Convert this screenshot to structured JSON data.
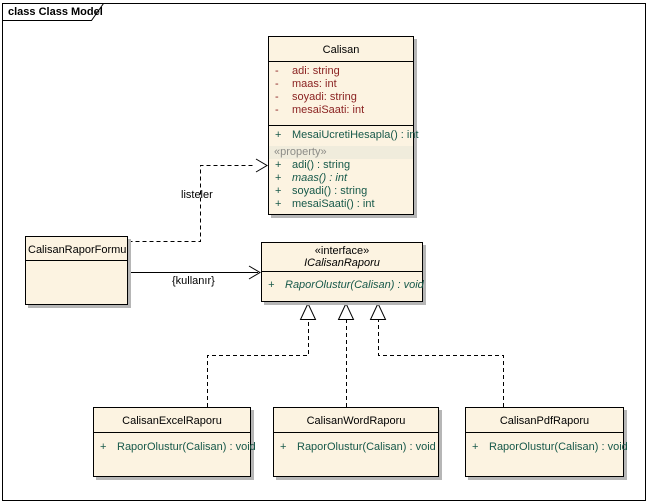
{
  "frame": {
    "label": "class Class Model"
  },
  "colors": {
    "box_fill": "#FCF3E1",
    "property_band_bg": "#F0ECDC",
    "attribute_text": "#8B2322",
    "operation_text": "#17594A",
    "stereotype_gray": "#8D8D88",
    "shadow": "#B6B6B6",
    "line": "#000000"
  },
  "classes": {
    "calisan": {
      "name": "Calisan",
      "attributes": [
        {
          "vis": "-",
          "text": "adi:  string"
        },
        {
          "vis": "-",
          "text": "maas:  int"
        },
        {
          "vis": "-",
          "text": "soyadi:  string"
        },
        {
          "vis": "-",
          "text": "mesaiSaati:  int"
        }
      ],
      "operations": [
        {
          "vis": "+",
          "text": "MesaiUcretiHesapla() : int"
        }
      ],
      "property_stereotype": "«property»",
      "properties": [
        {
          "vis": "+",
          "text": "adi() : string"
        },
        {
          "vis": "+",
          "text": "maas() : int"
        },
        {
          "vis": "+",
          "text": "soyadi() : string"
        },
        {
          "vis": "+",
          "text": "mesaiSaati() : int"
        }
      ]
    },
    "rapor_formu": {
      "name": "CalisanRaporFormu"
    },
    "interface": {
      "stereotype": "«interface»",
      "name": "ICalisanRaporu",
      "operations": [
        {
          "vis": "+",
          "text": "RaporOlustur(Calisan) : void"
        }
      ]
    },
    "excel": {
      "name": "CalisanExcelRaporu",
      "operations": [
        {
          "vis": "+",
          "text": "RaporOlustur(Calisan) : void"
        }
      ]
    },
    "word": {
      "name": "CalisanWordRaporu",
      "operations": [
        {
          "vis": "+",
          "text": "RaporOlustur(Calisan) : void"
        }
      ]
    },
    "pdf": {
      "name": "CalisanPdfRaporu",
      "operations": [
        {
          "vis": "+",
          "text": "RaporOlustur(Calisan) : void"
        }
      ]
    }
  },
  "connectors": {
    "dependency_label": "listeler",
    "association_label": "{kullanır}"
  }
}
